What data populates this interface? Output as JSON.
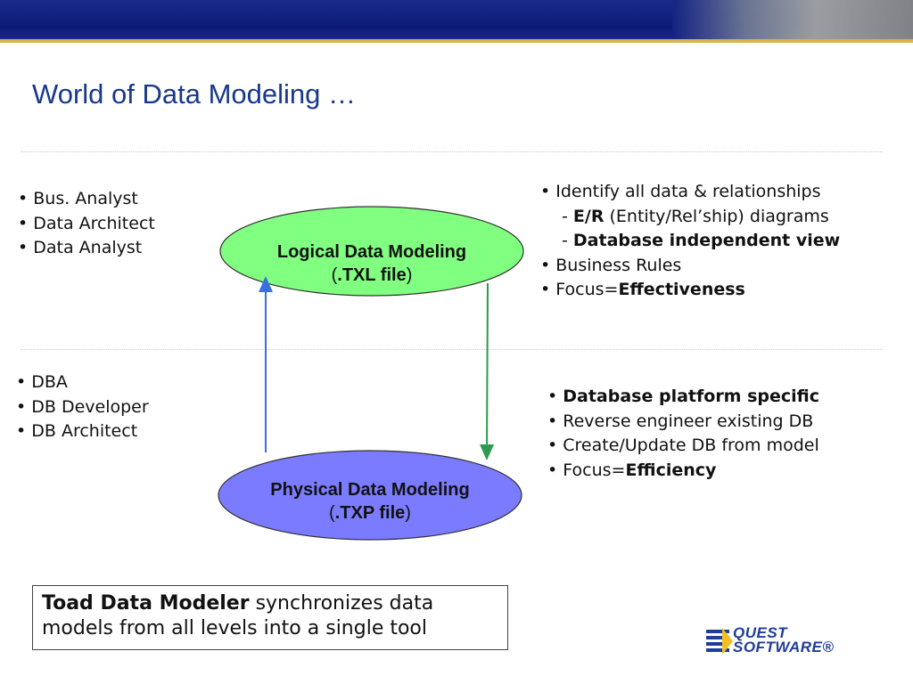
{
  "header": {
    "title": "World of Data Modeling …",
    "colors": {
      "banner": "#0d1a78",
      "title": "#17388c"
    }
  },
  "logical": {
    "roles": [
      "• Bus. Analyst",
      "• Data Architect",
      "• Data Analyst"
    ],
    "node": {
      "label": "Logical Data Modeling",
      "file_prefix": "(",
      "file": ".TXL file",
      "file_suffix": ")",
      "color": "#80ff80"
    },
    "features": {
      "line1": "• Identify all data & relationships",
      "line2_prefix": "- ",
      "line2_bold": "E/R",
      "line2_rest": " (Entity/Rel’ship) diagrams",
      "line3_prefix": "- ",
      "line3_bold": "Database independent view",
      "line4": "• Business Rules",
      "line5_prefix": "• Focus=",
      "line5_bold": "Effectiveness"
    }
  },
  "physical": {
    "roles": [
      "• DBA",
      "• DB Developer",
      "• DB Architect"
    ],
    "node": {
      "label": "Physical Data Modeling",
      "file_prefix": "(",
      "file": ".TXP file",
      "file_suffix": ")",
      "color": "#7b7bff"
    },
    "features": {
      "line1_prefix": "• ",
      "line1_bold": "Database platform specific",
      "line2": "• Reverse engineer existing DB",
      "line3": "• Create/Update DB from model",
      "line4_prefix": "• Focus=",
      "line4_bold": "Efficiency"
    }
  },
  "arrows": {
    "up_color": "#3a6ee0",
    "down_color": "#2e9a50"
  },
  "callout": {
    "bold": "Toad Data Modeler",
    "rest": " synchronizes data models from all levels into a single tool"
  },
  "logo": {
    "line1": "QUEST",
    "line2": "SOFTWARE®",
    "color": "#1f3d9a"
  }
}
